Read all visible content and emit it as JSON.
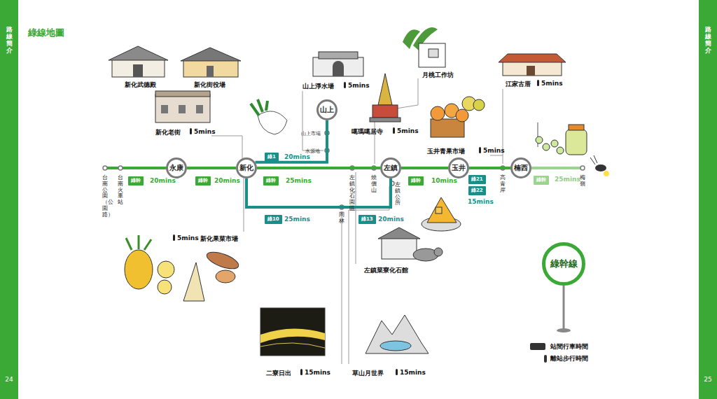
{
  "diagram": {
    "title": "綠線地圖",
    "nodes": [
      {
        "text": [
          "永康"
        ]
      },
      {
        "text": [
          "新化"
        ]
      },
      {
        "text": [
          "山上"
        ]
      },
      {
        "text": [
          "左鎮"
        ]
      },
      {
        "text": [
          "玉井"
        ]
      },
      {
        "text": [
          "楠西"
        ]
      },
      {
        "text": [
          "綠幹線"
        ]
      }
    ],
    "edges": [
      {
        "from": 0,
        "to": 1,
        "arrow": "none"
      },
      {
        "from": 1,
        "to": 3,
        "arrow": "none"
      },
      {
        "from": 3,
        "to": 4,
        "arrow": "none"
      },
      {
        "from": 4,
        "to": 5,
        "arrow": "none"
      },
      {
        "from": 1,
        "to": 2,
        "arrow": "none"
      },
      {
        "from": 1,
        "to": 3,
        "arrow": "none"
      }
    ],
    "labels": [
      "路線簡介",
      "24",
      "路線簡介",
      "25",
      "台南公園（公園路）",
      "台南火車站",
      "左鎮化石園區",
      "燒價山",
      "左鎮公所",
      "岡林",
      "高青岸",
      "梅嶺",
      "山上市場",
      "水源地",
      "綠幹",
      "20mins",
      "綠幹",
      "20mins",
      "綠幹",
      "25mins",
      "綠1",
      "20mins",
      "綠10",
      "25mins",
      "綠13",
      "20mins",
      "綠幹",
      "10mins",
      "綠21",
      "綠22",
      "15mins",
      "綠幹",
      "25mins",
      "新化武德殿",
      "新化街役場",
      "新化老街",
      "5mins",
      "山上淨水場",
      "5mins",
      "月桃工作坊",
      "噶瑪噶居寺",
      "5mins",
      "江家古厝",
      "5mins",
      "玉井青果市場",
      "5mins",
      "5mins",
      "新化果菜市場",
      "左鎮菜寮化石館",
      "二寮日出",
      "15mins",
      "草山月世界",
      "15mins"
    ],
    "legend": [
      {
        "text": "站間行車時間"
      },
      {
        "text": "離站步行時間"
      }
    ]
  }
}
